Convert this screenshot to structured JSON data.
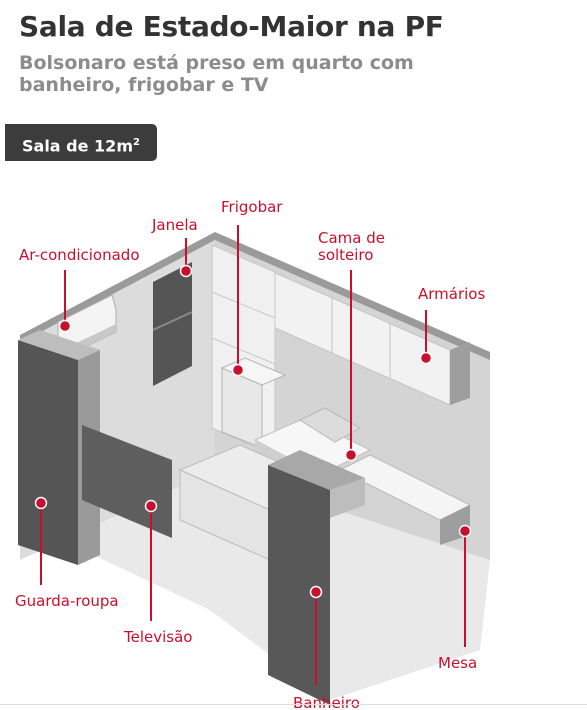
{
  "header": {
    "title": "Sala de Estado-Maior na PF",
    "subtitle": "Bolsonaro está preso em quarto com banheiro, frigobar e TV"
  },
  "badge": {
    "prefix": "Sala de 12m",
    "sup": "2"
  },
  "labels": {
    "janela": "Janela",
    "frigobar": "Frigobar",
    "cama_line1": "Cama de",
    "cama_line2": "solteiro",
    "ar": "Ar-condicionado",
    "armarios": "Armários",
    "guarda_roupa": "Guarda-roupa",
    "televisao": "Televisão",
    "mesa": "Mesa",
    "banheiro": "Banheiro"
  },
  "colors": {
    "accent": "#c8102e"
  }
}
